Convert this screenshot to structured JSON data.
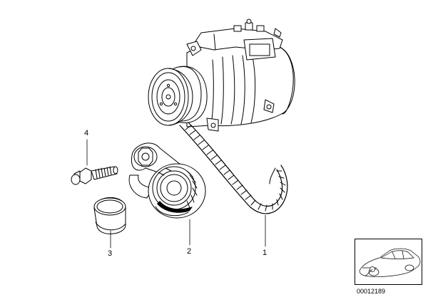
{
  "callouts": {
    "belt": "1",
    "tensioner": "2",
    "pulley_cap": "3",
    "bolt": "4"
  },
  "diagram_id": "00012189",
  "thumbnail": {
    "subject": "car-silhouette"
  },
  "colors": {
    "line": "#000000",
    "background": "#ffffff",
    "shade": "#d9d9d9"
  }
}
